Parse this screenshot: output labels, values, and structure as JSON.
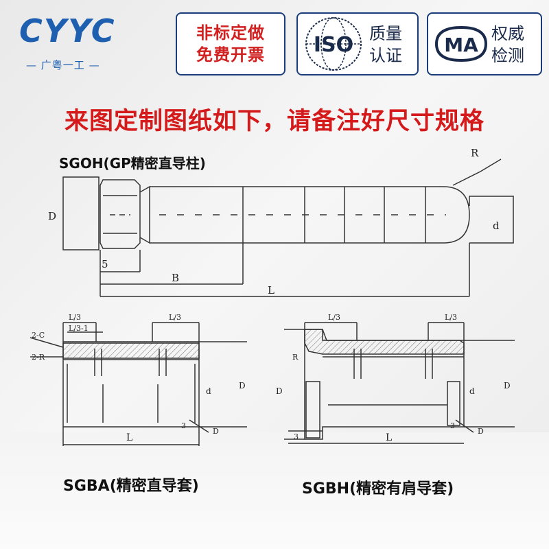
{
  "brand": {
    "logo_text": "CYYC",
    "logo_subtext": "广粤一工",
    "primary_color": "#1f5fb0"
  },
  "badges": {
    "custom_line1": "非标定做",
    "custom_line2": "免费开票",
    "iso_logo": "ISO",
    "iso_line1": "质量",
    "iso_line2": "认证",
    "ma_logo": "MA",
    "ma_line1": "权威",
    "ma_line2": "检测"
  },
  "headline": "来图定制图纸如下，请备注好尺寸规格",
  "diagrams": {
    "sgoh": {
      "title": "SGOH(GP精密直导柱)",
      "dims": {
        "D": "D",
        "d": "d",
        "R": "R",
        "five": "5",
        "B": "B",
        "L": "L"
      }
    },
    "sgba": {
      "title": "SGBA(精密直导套)",
      "dims": {
        "L3_top": "L/3",
        "L3_minus": "L/3-1",
        "L3_right": "L/3",
        "chamfer": "2-C",
        "radius": "2-R",
        "d": "d",
        "D": "D",
        "three": "3",
        "D_leader": "D",
        "L": "L"
      }
    },
    "sgbh": {
      "title": "SGBH(精密有肩导套)",
      "dims": {
        "L3_left": "L/3",
        "L3_right": "L/3",
        "R": "R",
        "D": "D",
        "d": "d",
        "D_right": "D",
        "three_left": "3",
        "three_right": "3",
        "D_leader": "D",
        "L": "L"
      }
    }
  },
  "colors": {
    "headline": "#d41a1a",
    "badge_border": "#1a3c7a",
    "badge_red_text": "#d02020"
  }
}
